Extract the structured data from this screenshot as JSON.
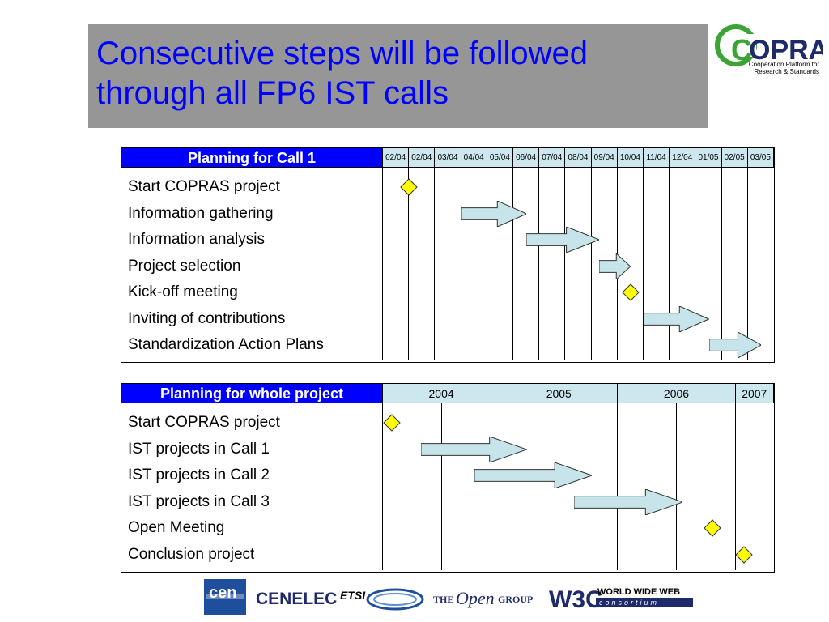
{
  "title": {
    "line1": "Consecutive steps will be followed",
    "line2": "through all FP6 IST calls"
  },
  "logo": {
    "name": "COPRAS",
    "first_letter": "C",
    "rest": "OPRAS",
    "tagline1": "Cooperation Platform for",
    "tagline2": "Research & Standards"
  },
  "call1": {
    "header": "Planning for Call 1",
    "months": [
      "02/04",
      "02/04",
      "03/04",
      "04/04",
      "05/04",
      "06/04",
      "07/04",
      "08/04",
      "09/04",
      "10/04",
      "11/04",
      "12/04",
      "01/05",
      "02/05",
      "03/05"
    ],
    "tasks": [
      {
        "label": "Start COPRAS project",
        "type": "milestone",
        "at": 1.0
      },
      {
        "label": "Information gathering",
        "type": "arrow",
        "start": 3,
        "end": 5.5
      },
      {
        "label": "Information analysis",
        "type": "arrow",
        "start": 5.5,
        "end": 8.3
      },
      {
        "label": "Project selection",
        "type": "arrow",
        "start": 8.3,
        "end": 9.5
      },
      {
        "label": "Kick-off meeting",
        "type": "milestone",
        "at": 9.5
      },
      {
        "label": "Inviting of contributions",
        "type": "arrow",
        "start": 10,
        "end": 12.5
      },
      {
        "label": "Standardization Action Plans",
        "type": "arrow",
        "start": 12.5,
        "end": 14.5
      }
    ]
  },
  "whole": {
    "header": "Planning for whole project",
    "years": [
      "2004",
      "2005",
      "2006",
      "2007"
    ],
    "tasks": [
      {
        "label": "Start COPRAS project",
        "type": "milestone",
        "at": 0.15
      },
      {
        "label": "IST projects in Call 1",
        "type": "arrow",
        "start": 0.65,
        "end": 2.45
      },
      {
        "label": "IST projects in Call 2",
        "type": "arrow",
        "start": 1.55,
        "end": 3.55
      },
      {
        "label": "IST projects in Call 3",
        "type": "arrow",
        "start": 3.25,
        "end": 5.1
      },
      {
        "label": "Open Meeting",
        "type": "milestone",
        "at": 5.6
      },
      {
        "label": "Conclusion project",
        "type": "milestone",
        "at": 6.15
      }
    ]
  },
  "partners": {
    "cen": "cen",
    "cenelec": "CENELEC",
    "etsi": "ETSI",
    "opengroup_the": "THE",
    "opengroup_open": "Open",
    "opengroup_group": "GROUP",
    "w3c": "W3C",
    "www1": "WORLD WIDE WEB",
    "www2": "consortium"
  },
  "colors": {
    "title_bg": "#969696",
    "title_text": "#0000ff",
    "header_bg": "#0000ff",
    "colhead_bg": "#cce8ee",
    "arrow_fill": "#c6e4ea",
    "milestone_fill": "#ffff00",
    "logo_green": "#3aa535",
    "logo_navy": "#1f2a6b"
  }
}
